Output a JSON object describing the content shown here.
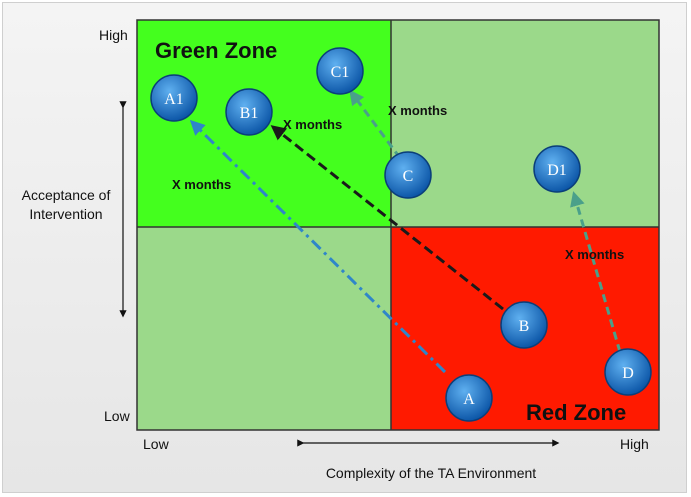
{
  "colors": {
    "green_zone": "#44ff1e",
    "light_quadrant": "#9bd98a",
    "red_zone": "#ff1a00",
    "bubble": "#1776c9",
    "path_a": "#2f86c9",
    "path_b": "#1a1a1a",
    "path_c_d": "#4aa08a"
  },
  "axes": {
    "y": {
      "high": "High",
      "low": "Low",
      "title_line1": "Acceptance of",
      "title_line2": "Intervention"
    },
    "x": {
      "low": "Low",
      "high": "High",
      "title": "Complexity of the TA Environment"
    }
  },
  "zones": {
    "green": "Green Zone",
    "red": "Red Zone"
  },
  "nodes": {
    "A1": "A1",
    "B1": "B1",
    "C1": "C1",
    "C": "C",
    "D1": "D1",
    "B": "B",
    "A": "A",
    "D": "D"
  },
  "arrows": {
    "b_label": "X months",
    "c_label": "X months",
    "a_label": "X months",
    "d_label": "X months"
  }
}
